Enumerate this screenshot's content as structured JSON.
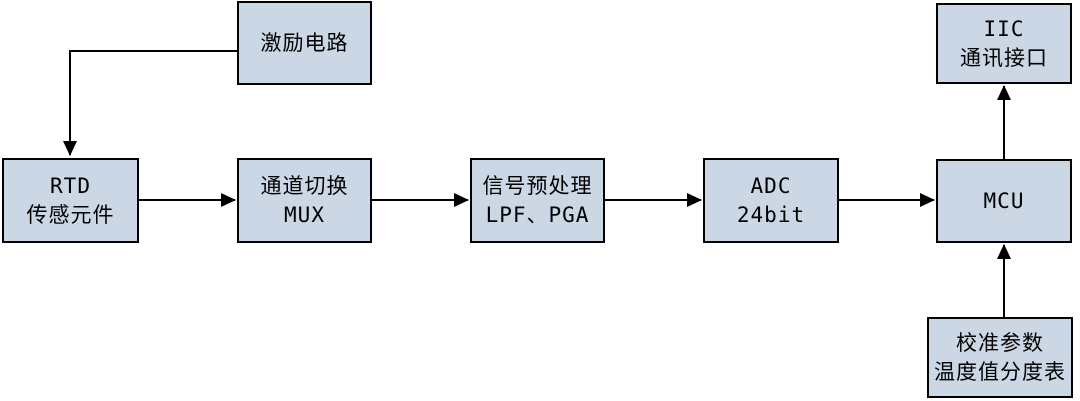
{
  "diagram": {
    "type": "block-diagram",
    "colors": {
      "box_fill": "#cbd7e5",
      "box_border": "#000000",
      "arrow": "#000000",
      "background": "#ffffff"
    },
    "blocks": {
      "excitation": {
        "lines": [
          "激励电路"
        ]
      },
      "rtd": {
        "lines": [
          "RTD",
          "传感元件"
        ]
      },
      "mux": {
        "lines": [
          "通道切换",
          "MUX"
        ]
      },
      "preprocess": {
        "lines": [
          "信号预处理",
          "LPF、PGA"
        ]
      },
      "adc": {
        "lines": [
          "ADC",
          "24bit"
        ]
      },
      "mcu": {
        "lines": [
          "MCU"
        ]
      },
      "iic": {
        "lines": [
          "IIC",
          "通讯接口"
        ]
      },
      "calibration": {
        "lines": [
          "校准参数",
          "温度值分度表"
        ]
      }
    },
    "connections": [
      {
        "from": "excitation",
        "to": "rtd"
      },
      {
        "from": "rtd",
        "to": "mux"
      },
      {
        "from": "mux",
        "to": "preprocess"
      },
      {
        "from": "preprocess",
        "to": "adc"
      },
      {
        "from": "adc",
        "to": "mcu"
      },
      {
        "from": "mcu",
        "to": "iic"
      },
      {
        "from": "calibration",
        "to": "mcu"
      }
    ]
  }
}
